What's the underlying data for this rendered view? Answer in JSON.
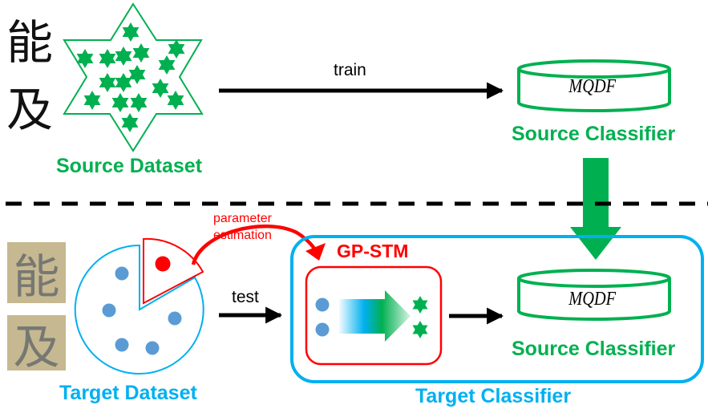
{
  "diagram": {
    "title": "GP-STM transfer diagram",
    "colors": {
      "source_green": "#00B050",
      "target_blue": "#00B0F0",
      "gpstm_red": "#FF0000",
      "dot_blue": "#5B9BD5",
      "arrow_black": "#000000"
    },
    "source_section": {
      "characters": [
        "能",
        "及"
      ],
      "dataset_label": "Source Dataset",
      "train_label": "train",
      "classifier_model": "MQDF",
      "classifier_label": "Source Classifier",
      "sample_count": 16,
      "sample_icon": "hexagram-star-icon"
    },
    "target_section": {
      "photo_characters": [
        "能",
        "及"
      ],
      "dataset_label": "Target Dataset",
      "estimation_label_line1": "parameter",
      "estimation_label_line2": "estimation",
      "test_label": "test",
      "gpstm_label": "GP-STM",
      "classifier_model": "MQDF",
      "classifier_label": "Source Classifier",
      "outer_label": "Target Classifier",
      "pie_dot_count": 5,
      "highlighted_slice_dot_count": 1
    }
  }
}
